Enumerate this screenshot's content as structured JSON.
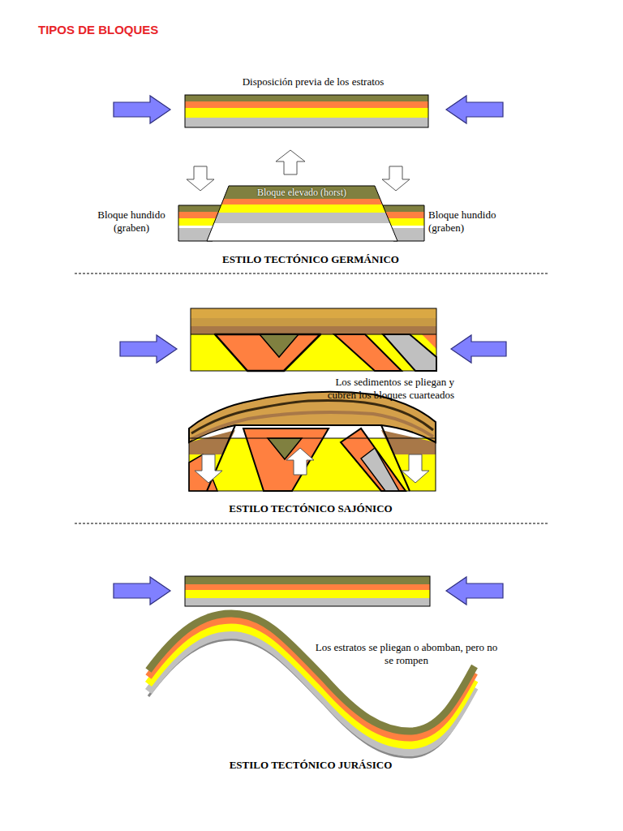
{
  "diagram": {
    "title": "TIPOS DE BLOQUES",
    "labels": [
      "Disposición previa de los estratos",
      "Bloque elevado (horst)",
      "Bloque hundido (graben)",
      "Bloque hundido (graben)",
      "ESTILO TECTÓNICO GERMÁNICO",
      "Los sedimentos se pliegan y cubren los bloques cuarteados",
      "ESTILO TECTÓNICO SAJÓNICO",
      "Los estratos se pliegan o abomban, pero no se rompen",
      "ESTILO TECTÓNICO JURÁSICO"
    ]
  }
}
